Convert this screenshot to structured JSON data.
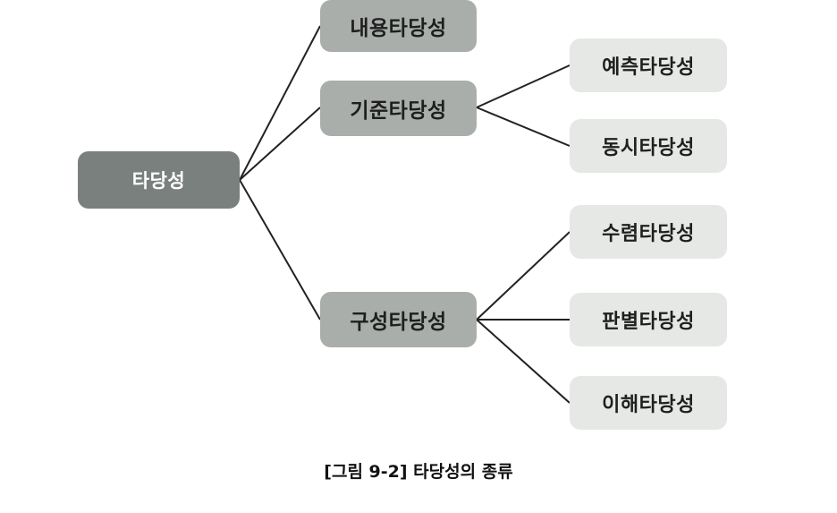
{
  "diagram": {
    "root": "타당성",
    "level1": [
      {
        "label": "내용타당성",
        "children": []
      },
      {
        "label": "기준타당성",
        "children": [
          "예측타당성",
          "동시타당성"
        ]
      },
      {
        "label": "구성타당성",
        "children": [
          "수렴타당성",
          "판별타당성",
          "이해타당성"
        ]
      }
    ]
  },
  "caption": "[그림 9-2] 타당성의 종류"
}
